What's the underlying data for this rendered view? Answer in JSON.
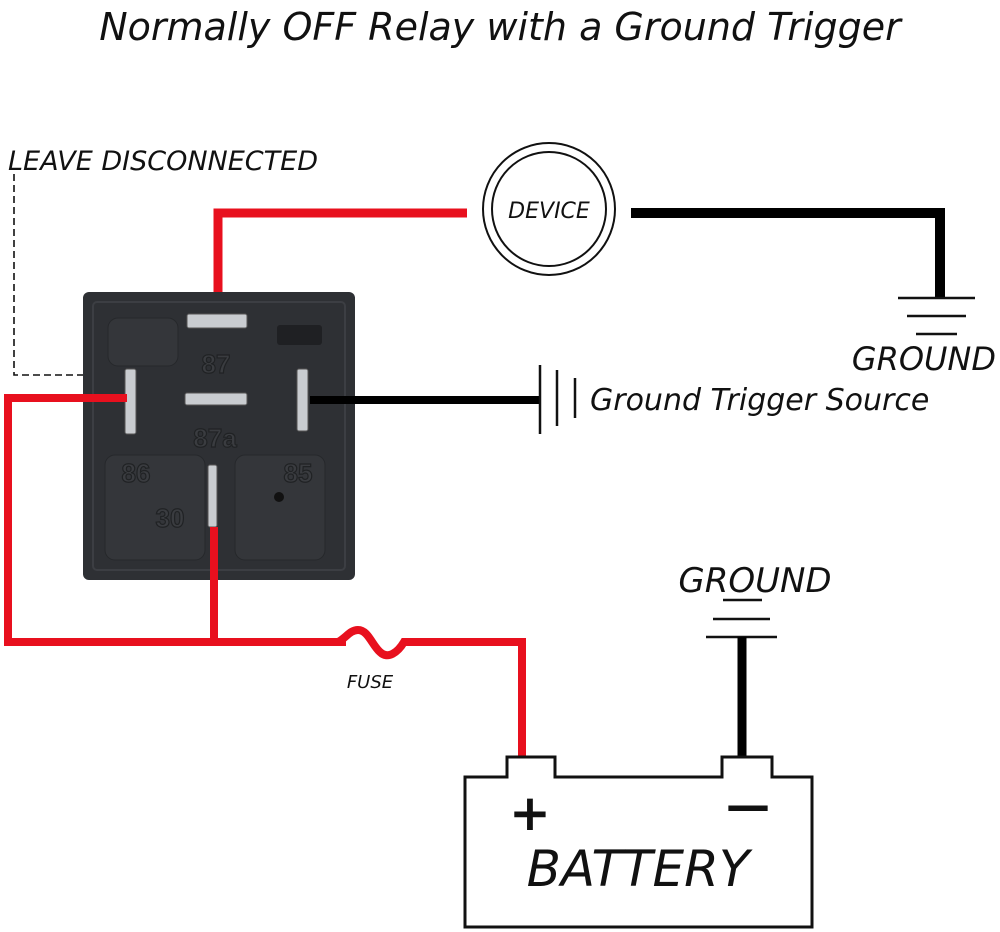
{
  "title": "Normally OFF Relay with a Ground Trigger",
  "labels": {
    "leave_disconnected": "LEAVE DISCONNECTED",
    "device": "DEVICE",
    "ground_top": "GROUND",
    "ground_trigger_source": "Ground Trigger Source",
    "ground_battery": "GROUND",
    "fuse": "FUSE",
    "battery": "BATTERY",
    "battery_plus": "+",
    "battery_minus": "—"
  },
  "relay": {
    "pins": {
      "p87": "87",
      "p87a": "87a",
      "p86": "86",
      "p85": "85",
      "p30": "30"
    }
  },
  "colors": {
    "positive_wire": "#e8101e",
    "ground_wire": "#000000",
    "relay_body": "#2e3034"
  }
}
